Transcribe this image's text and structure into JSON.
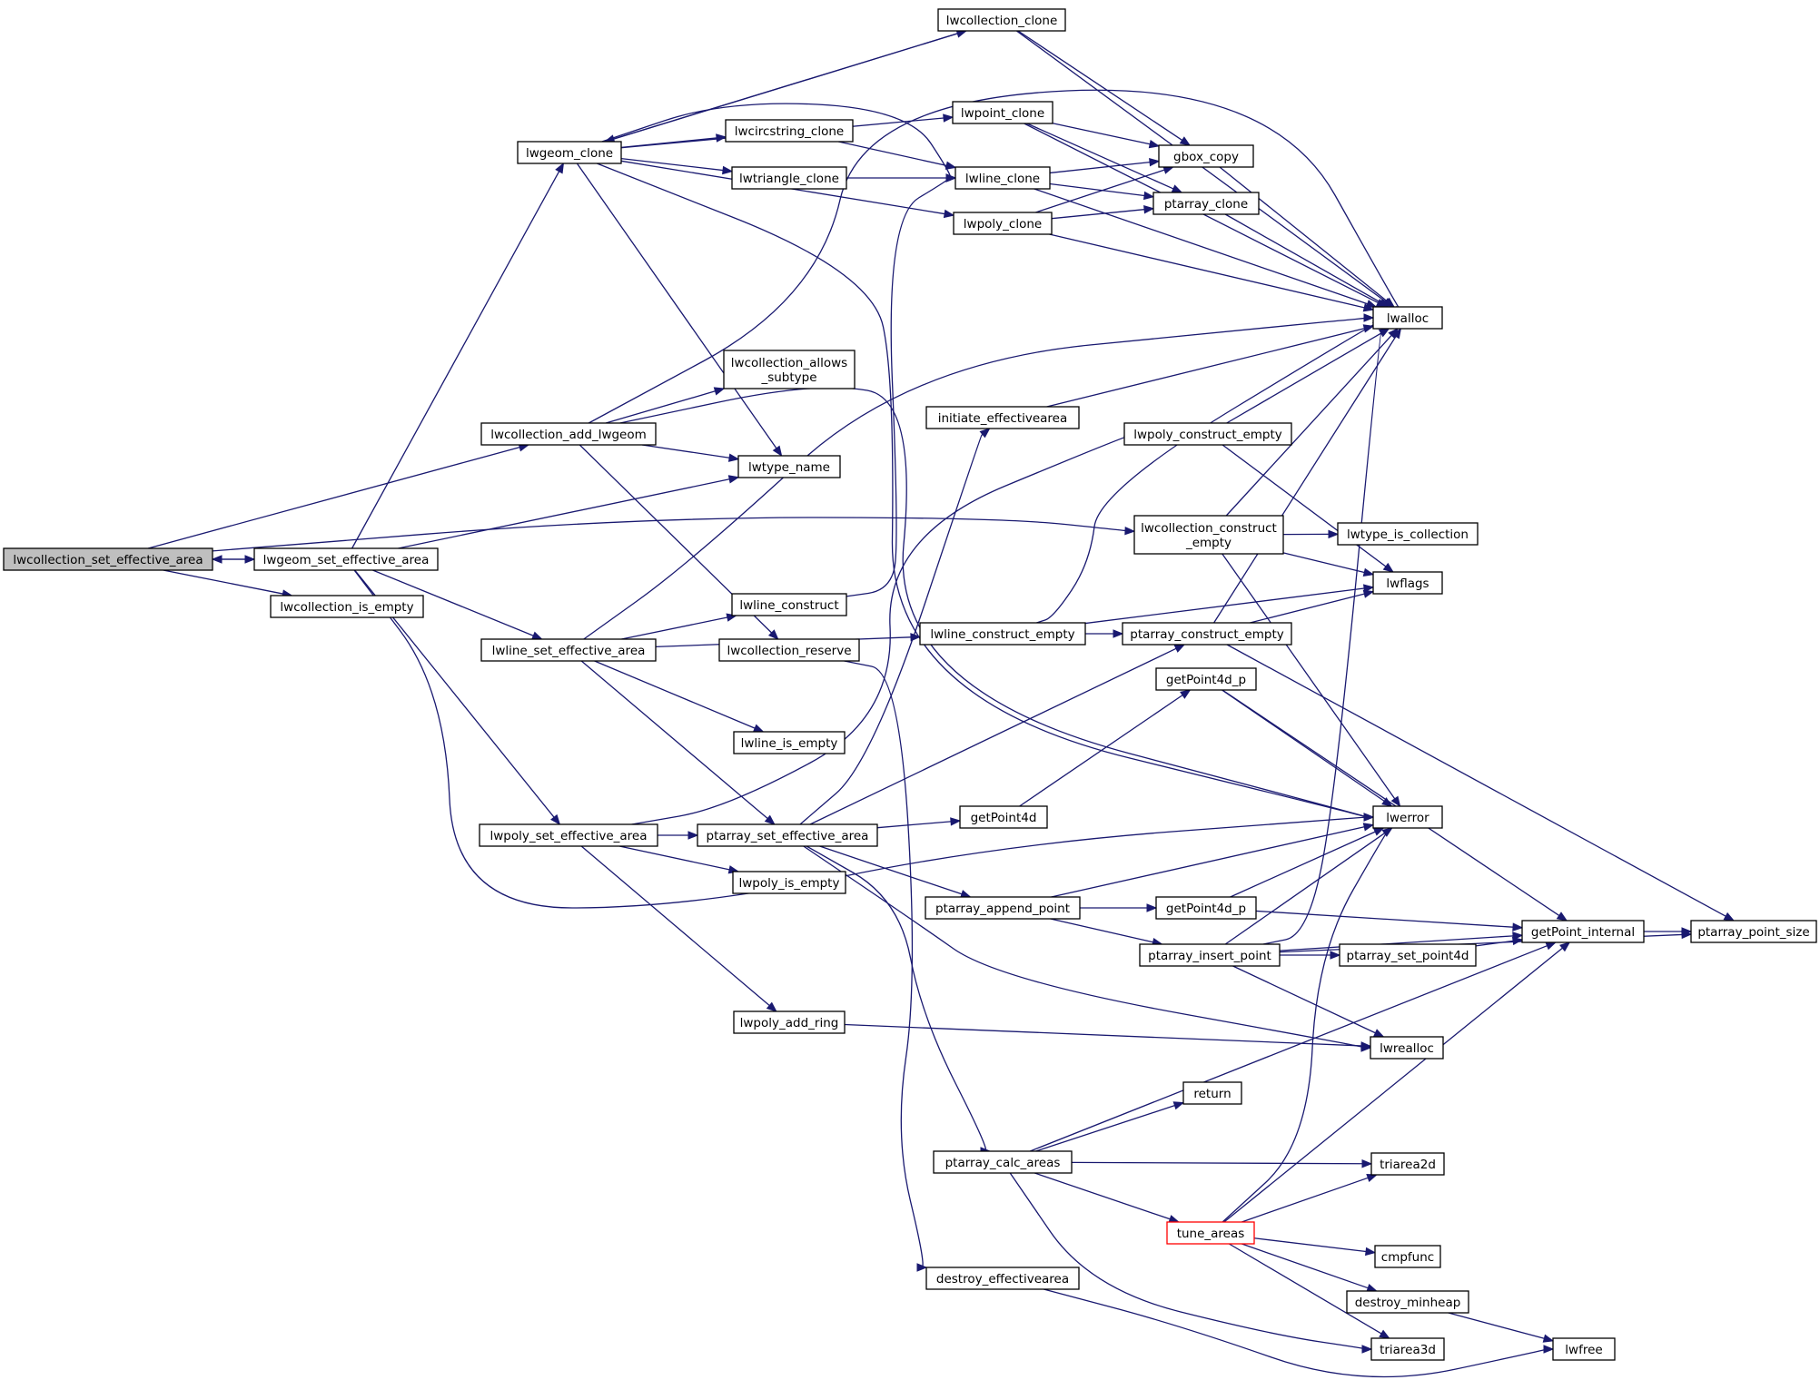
{
  "graph": {
    "edge_color": "#191970",
    "root_fill": "#bfbfbf",
    "highlight_border": "#ff0000",
    "nodes": [
      {
        "id": "lwcollection_set_effective_area",
        "lines": [
          "lwcollection_set_effective_area"
        ],
        "root": true
      },
      {
        "id": "lwgeom_set_effective_area",
        "lines": [
          "lwgeom_set_effective_area"
        ]
      },
      {
        "id": "lwcollection_add_lwgeom",
        "lines": [
          "lwcollection_add_lwgeom"
        ]
      },
      {
        "id": "lwcollection_is_empty",
        "lines": [
          "lwcollection_is_empty"
        ]
      },
      {
        "id": "lwgeom_clone",
        "lines": [
          "lwgeom_clone"
        ]
      },
      {
        "id": "lwline_set_effective_area",
        "lines": [
          "lwline_set_effective_area"
        ]
      },
      {
        "id": "lwpoly_set_effective_area",
        "lines": [
          "lwpoly_set_effective_area"
        ]
      },
      {
        "id": "lwcollection_clone",
        "lines": [
          "lwcollection_clone"
        ]
      },
      {
        "id": "lwpoint_clone",
        "lines": [
          "lwpoint_clone"
        ]
      },
      {
        "id": "lwcircstring_clone",
        "lines": [
          "lwcircstring_clone"
        ]
      },
      {
        "id": "lwtriangle_clone",
        "lines": [
          "lwtriangle_clone"
        ]
      },
      {
        "id": "lwline_clone",
        "lines": [
          "lwline_clone"
        ]
      },
      {
        "id": "lwpoly_clone",
        "lines": [
          "lwpoly_clone"
        ]
      },
      {
        "id": "lwcollection_allows_subtype",
        "lines": [
          "lwcollection_allows",
          "_subtype"
        ]
      },
      {
        "id": "lwtype_name",
        "lines": [
          "lwtype_name"
        ]
      },
      {
        "id": "lwline_construct",
        "lines": [
          "lwline_construct"
        ]
      },
      {
        "id": "lwcollection_reserve",
        "lines": [
          "lwcollection_reserve"
        ]
      },
      {
        "id": "lwline_is_empty",
        "lines": [
          "lwline_is_empty"
        ]
      },
      {
        "id": "ptarray_set_effective_area",
        "lines": [
          "ptarray_set_effective_area"
        ]
      },
      {
        "id": "lwpoly_is_empty",
        "lines": [
          "lwpoly_is_empty"
        ]
      },
      {
        "id": "lwpoly_add_ring",
        "lines": [
          "lwpoly_add_ring"
        ]
      },
      {
        "id": "gbox_copy",
        "lines": [
          "gbox_copy"
        ]
      },
      {
        "id": "ptarray_clone",
        "lines": [
          "ptarray_clone"
        ]
      },
      {
        "id": "lwalloc",
        "lines": [
          "lwalloc"
        ]
      },
      {
        "id": "initiate_effectivearea",
        "lines": [
          "initiate_effectivearea"
        ]
      },
      {
        "id": "lwpoly_construct_empty",
        "lines": [
          "lwpoly_construct_empty"
        ]
      },
      {
        "id": "lwcollection_construct_empty",
        "lines": [
          "lwcollection_construct",
          "_empty"
        ]
      },
      {
        "id": "lwtype_is_collection",
        "lines": [
          "lwtype_is_collection"
        ]
      },
      {
        "id": "lwflags",
        "lines": [
          "lwflags"
        ]
      },
      {
        "id": "lwline_construct_empty",
        "lines": [
          "lwline_construct_empty"
        ]
      },
      {
        "id": "ptarray_construct_empty",
        "lines": [
          "ptarray_construct_empty"
        ]
      },
      {
        "id": "getPoint4d_p_top",
        "lines": [
          "getPoint4d_p"
        ]
      },
      {
        "id": "getPoint4d",
        "lines": [
          "getPoint4d"
        ]
      },
      {
        "id": "lwerror",
        "lines": [
          "lwerror"
        ]
      },
      {
        "id": "ptarray_append_point",
        "lines": [
          "ptarray_append_point"
        ]
      },
      {
        "id": "getPoint4d_p_low",
        "lines": [
          "getPoint4d_p"
        ]
      },
      {
        "id": "ptarray_insert_point",
        "lines": [
          "ptarray_insert_point"
        ]
      },
      {
        "id": "ptarray_set_point4d",
        "lines": [
          "ptarray_set_point4d"
        ]
      },
      {
        "id": "getPoint_internal",
        "lines": [
          "getPoint_internal"
        ]
      },
      {
        "id": "ptarray_point_size",
        "lines": [
          "ptarray_point_size"
        ]
      },
      {
        "id": "lwrealloc",
        "lines": [
          "lwrealloc"
        ]
      },
      {
        "id": "return",
        "lines": [
          "return"
        ]
      },
      {
        "id": "ptarray_calc_areas",
        "lines": [
          "ptarray_calc_areas"
        ]
      },
      {
        "id": "triarea2d",
        "lines": [
          "triarea2d"
        ]
      },
      {
        "id": "tune_areas",
        "lines": [
          "tune_areas"
        ],
        "highlight": true
      },
      {
        "id": "cmpfunc",
        "lines": [
          "cmpfunc"
        ]
      },
      {
        "id": "destroy_minheap",
        "lines": [
          "destroy_minheap"
        ]
      },
      {
        "id": "triarea3d",
        "lines": [
          "triarea3d"
        ]
      },
      {
        "id": "destroy_effectivearea",
        "lines": [
          "destroy_effectivearea"
        ]
      },
      {
        "id": "lwfree",
        "lines": [
          "lwfree"
        ]
      }
    ],
    "edges": [
      [
        "lwcollection_set_effective_area",
        "lwcollection_add_lwgeom"
      ],
      [
        "lwcollection_set_effective_area",
        "lwcollection_construct_empty"
      ],
      [
        "lwcollection_set_effective_area",
        "lwgeom_set_effective_area"
      ],
      [
        "lwcollection_set_effective_area",
        "lwcollection_is_empty"
      ],
      [
        "lwgeom_set_effective_area",
        "lwcollection_set_effective_area"
      ],
      [
        "lwgeom_set_effective_area",
        "lwgeom_clone"
      ],
      [
        "lwgeom_set_effective_area",
        "lwtype_name"
      ],
      [
        "lwgeom_set_effective_area",
        "lwline_set_effective_area"
      ],
      [
        "lwgeom_set_effective_area",
        "lwpoly_set_effective_area"
      ],
      [
        "lwgeom_set_effective_area",
        "lwerror"
      ],
      [
        "lwcollection_add_lwgeom",
        "lwalloc"
      ],
      [
        "lwcollection_add_lwgeom",
        "lwcollection_allows_subtype"
      ],
      [
        "lwcollection_add_lwgeom",
        "lwtype_name"
      ],
      [
        "lwcollection_add_lwgeom",
        "lwcollection_reserve"
      ],
      [
        "lwcollection_add_lwgeom",
        "lwerror"
      ],
      [
        "lwgeom_clone",
        "lwcollection_clone"
      ],
      [
        "lwgeom_clone",
        "lwpoint_clone"
      ],
      [
        "lwgeom_clone",
        "lwcircstring_clone"
      ],
      [
        "lwgeom_clone",
        "lwtriangle_clone"
      ],
      [
        "lwgeom_clone",
        "lwline_clone"
      ],
      [
        "lwgeom_clone",
        "lwpoly_clone"
      ],
      [
        "lwgeom_clone",
        "lwtype_name"
      ],
      [
        "lwgeom_clone",
        "lwerror"
      ],
      [
        "lwcollection_clone",
        "lwgeom_clone"
      ],
      [
        "lwcollection_clone",
        "gbox_copy"
      ],
      [
        "lwcollection_clone",
        "lwalloc"
      ],
      [
        "lwpoint_clone",
        "gbox_copy"
      ],
      [
        "lwpoint_clone",
        "ptarray_clone"
      ],
      [
        "lwpoint_clone",
        "lwalloc"
      ],
      [
        "lwcircstring_clone",
        "lwline_clone"
      ],
      [
        "lwtriangle_clone",
        "lwline_clone"
      ],
      [
        "lwline_clone",
        "gbox_copy"
      ],
      [
        "lwline_clone",
        "ptarray_clone"
      ],
      [
        "lwline_clone",
        "lwalloc"
      ],
      [
        "lwpoly_clone",
        "gbox_copy"
      ],
      [
        "lwpoly_clone",
        "ptarray_clone"
      ],
      [
        "lwpoly_clone",
        "lwalloc"
      ],
      [
        "gbox_copy",
        "lwalloc"
      ],
      [
        "ptarray_clone",
        "lwalloc"
      ],
      [
        "lwline_set_effective_area",
        "lwalloc"
      ],
      [
        "lwline_set_effective_area",
        "lwline_construct"
      ],
      [
        "lwline_set_effective_area",
        "lwline_construct_empty"
      ],
      [
        "lwline_set_effective_area",
        "lwline_is_empty"
      ],
      [
        "lwline_set_effective_area",
        "ptarray_set_effective_area"
      ],
      [
        "lwline_construct",
        "lwline_clone"
      ],
      [
        "lwpoly_set_effective_area",
        "ptarray_set_effective_area"
      ],
      [
        "lwpoly_set_effective_area",
        "lwpoly_construct_empty"
      ],
      [
        "lwpoly_set_effective_area",
        "lwpoly_is_empty"
      ],
      [
        "lwpoly_set_effective_area",
        "lwpoly_add_ring"
      ],
      [
        "lwpoly_add_ring",
        "lwrealloc"
      ],
      [
        "lwcollection_reserve",
        "destroy_effectivearea"
      ],
      [
        "initiate_effectivearea",
        "lwalloc"
      ],
      [
        "lwpoly_construct_empty",
        "lwalloc"
      ],
      [
        "lwpoly_construct_empty",
        "lwflags"
      ],
      [
        "lwcollection_construct_empty",
        "lwalloc"
      ],
      [
        "lwcollection_construct_empty",
        "lwtype_is_collection"
      ],
      [
        "lwcollection_construct_empty",
        "lwflags"
      ],
      [
        "lwcollection_construct_empty",
        "lwerror"
      ],
      [
        "lwline_construct_empty",
        "lwalloc"
      ],
      [
        "lwline_construct_empty",
        "lwflags"
      ],
      [
        "lwline_construct_empty",
        "ptarray_construct_empty"
      ],
      [
        "ptarray_construct_empty",
        "lwalloc"
      ],
      [
        "ptarray_construct_empty",
        "lwflags"
      ],
      [
        "ptarray_construct_empty",
        "ptarray_point_size"
      ],
      [
        "ptarray_set_effective_area",
        "initiate_effectivearea"
      ],
      [
        "ptarray_set_effective_area",
        "ptarray_construct_empty"
      ],
      [
        "ptarray_set_effective_area",
        "getPoint4d"
      ],
      [
        "ptarray_set_effective_area",
        "ptarray_append_point"
      ],
      [
        "ptarray_set_effective_area",
        "lwrealloc"
      ],
      [
        "ptarray_set_effective_area",
        "ptarray_calc_areas"
      ],
      [
        "getPoint4d",
        "getPoint4d_p_top"
      ],
      [
        "getPoint4d_p_top",
        "lwerror"
      ],
      [
        "getPoint4d_p_top",
        "getPoint_internal"
      ],
      [
        "ptarray_append_point",
        "getPoint4d_p_low"
      ],
      [
        "ptarray_append_point",
        "ptarray_insert_point"
      ],
      [
        "ptarray_append_point",
        "lwerror"
      ],
      [
        "getPoint4d_p_low",
        "lwerror"
      ],
      [
        "getPoint4d_p_low",
        "getPoint_internal"
      ],
      [
        "ptarray_insert_point",
        "lwalloc"
      ],
      [
        "ptarray_insert_point",
        "lwerror"
      ],
      [
        "ptarray_insert_point",
        "getPoint_internal"
      ],
      [
        "ptarray_insert_point",
        "ptarray_set_point4d"
      ],
      [
        "ptarray_insert_point",
        "ptarray_point_size"
      ],
      [
        "ptarray_insert_point",
        "lwrealloc"
      ],
      [
        "ptarray_set_point4d",
        "getPoint_internal"
      ],
      [
        "getPoint_internal",
        "ptarray_point_size"
      ],
      [
        "ptarray_calc_areas",
        "return"
      ],
      [
        "ptarray_calc_areas",
        "getPoint_internal"
      ],
      [
        "ptarray_calc_areas",
        "triarea2d"
      ],
      [
        "ptarray_calc_areas",
        "tune_areas"
      ],
      [
        "ptarray_calc_areas",
        "triarea3d"
      ],
      [
        "tune_areas",
        "lwerror"
      ],
      [
        "tune_areas",
        "triarea2d"
      ],
      [
        "tune_areas",
        "getPoint_internal"
      ],
      [
        "tune_areas",
        "cmpfunc"
      ],
      [
        "tune_areas",
        "destroy_minheap"
      ],
      [
        "tune_areas",
        "triarea3d"
      ],
      [
        "destroy_minheap",
        "lwfree"
      ],
      [
        "destroy_effectivearea",
        "lwfree"
      ]
    ]
  }
}
